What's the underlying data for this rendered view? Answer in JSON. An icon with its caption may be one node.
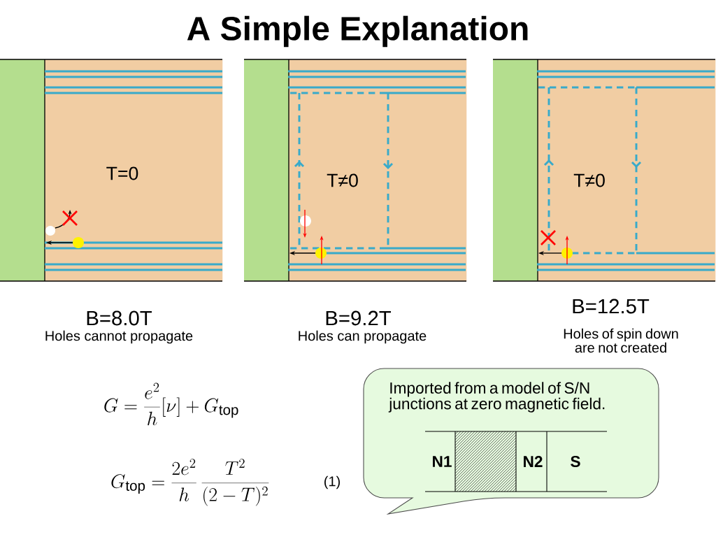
{
  "diagram": {
    "title": "A Simple Explanation",
    "nodes": [
      {
        "text": [
          "T=0"
        ],
        "beside": [
          "B=8.0T",
          "Holes cannot propagate"
        ]
      },
      {
        "text": [
          "T≠0"
        ],
        "beside": [
          "B=9.2T",
          "Holes can propagate"
        ]
      },
      {
        "text": [
          "T≠0"
        ],
        "beside": [
          "B=12.5T",
          "Holes of spin down are not created"
        ]
      },
      {
        "text": [
          "Imported from a model of S/N junctions at zero magnetic field."
        ]
      }
    ],
    "labels": [
      "N1",
      "N2",
      "S",
      "G=\\frac{e^{2}}{h}[\\nu]+G_{\\mathrm{top}}",
      "G_{\\mathrm{top}}=\\frac{2e^{2}}{h}\\,\\frac{T^{2}}{(2-T)^{2}}",
      "(1)"
    ]
  }
}
